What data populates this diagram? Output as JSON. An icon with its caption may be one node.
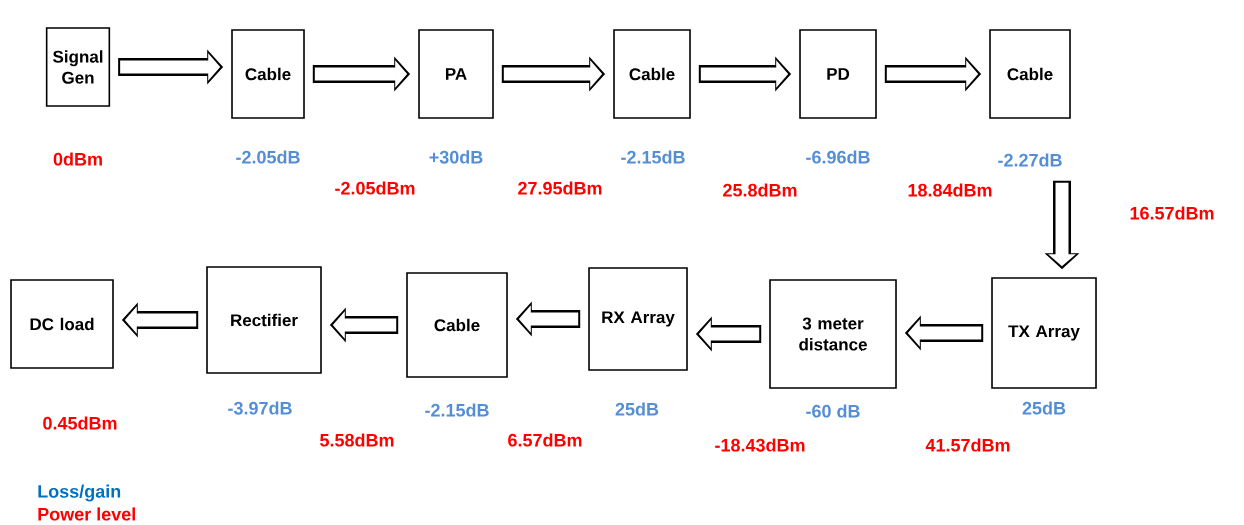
{
  "diagram": {
    "nodes": [
      {
        "text": [
          "Signal Gen"
        ]
      },
      {
        "text": [
          "Cable"
        ],
        "beside": [
          "-2.05dB"
        ]
      },
      {
        "text": [
          "PA"
        ],
        "beside": [
          "+30dB"
        ]
      },
      {
        "text": [
          "Cable"
        ],
        "beside": [
          "-2.15dB"
        ]
      },
      {
        "text": [
          "PD"
        ],
        "beside": [
          "-6.96dB"
        ]
      },
      {
        "text": [
          "Cable"
        ],
        "beside": [
          "-2.27dB"
        ]
      },
      {
        "text": [
          "TX Array"
        ],
        "beside": [
          "25dB"
        ]
      },
      {
        "text": [
          "3 meter distance"
        ],
        "beside": [
          "-60 dB"
        ]
      },
      {
        "text": [
          "RX Array"
        ],
        "beside": [
          "25dB"
        ]
      },
      {
        "text": [
          "Cable"
        ],
        "beside": [
          "-2.15dB"
        ]
      },
      {
        "text": [
          "Rectifier"
        ],
        "beside": [
          "-3.97dB"
        ]
      },
      {
        "text": [
          "DC load"
        ]
      }
    ],
    "edges": [
      {
        "from": 0,
        "to": 1,
        "arrow": "to"
      },
      {
        "from": 1,
        "to": 2,
        "arrow": "to"
      },
      {
        "from": 2,
        "to": 3,
        "arrow": "to"
      },
      {
        "from": 3,
        "to": 4,
        "arrow": "to"
      },
      {
        "from": 4,
        "to": 5,
        "arrow": "to"
      },
      {
        "from": 5,
        "to": 6,
        "arrow": "to"
      },
      {
        "from": 6,
        "to": 7,
        "arrow": "to"
      },
      {
        "from": 7,
        "to": 8,
        "arrow": "to"
      },
      {
        "from": 8,
        "to": 9,
        "arrow": "to"
      },
      {
        "from": 9,
        "to": 10,
        "arrow": "to"
      },
      {
        "from": 10,
        "to": 11,
        "arrow": "to"
      }
    ],
    "labels": [
      "0dBm",
      "-2.05dBm",
      "27.95dBm",
      "25.8dBm",
      "18.84dBm",
      "16.57dBm",
      "41.57dBm",
      "-18.43dBm",
      "6.57dBm",
      "5.58dBm",
      "0.45dBm"
    ],
    "legend": [
      {
        "text": "Loss/gain",
        "color": "#0070c0"
      },
      {
        "text": "Power level",
        "color": "#ff0000"
      }
    ]
  }
}
